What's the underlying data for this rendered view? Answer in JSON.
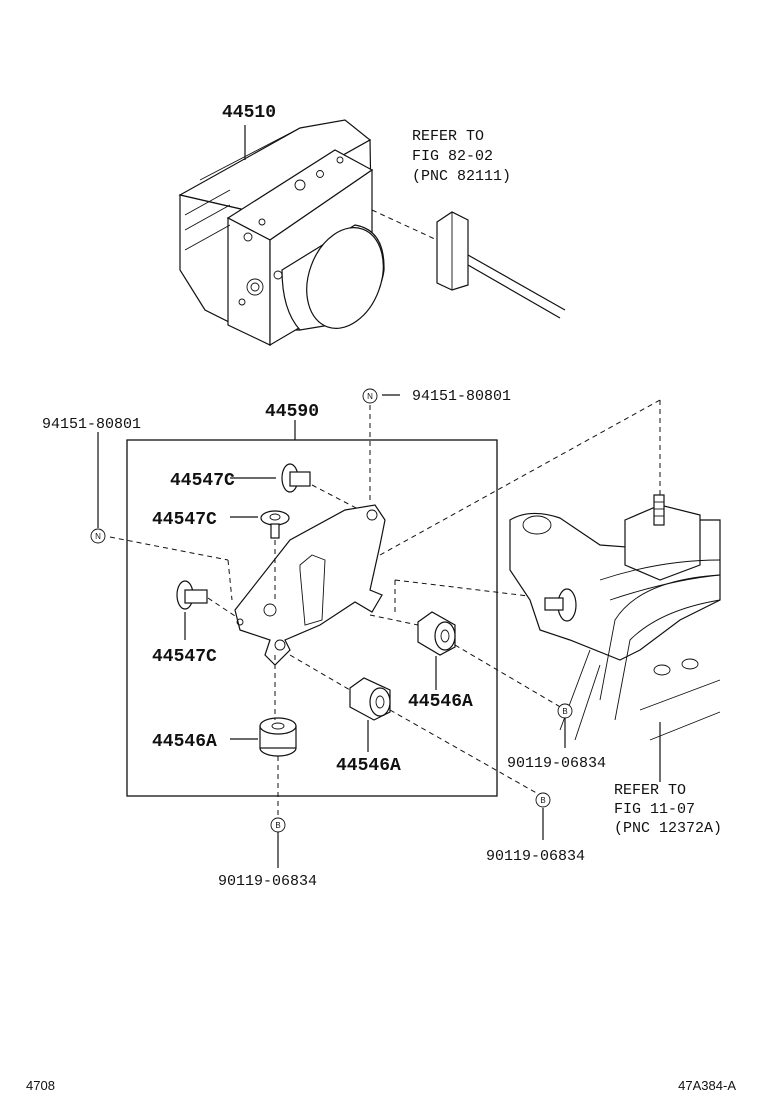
{
  "labels": {
    "actuator_pnc": "44510",
    "refer_top_1": "REFER TO",
    "refer_top_2": "FIG 82-02",
    "refer_top_3": "(PNC 82111)",
    "bracket_pnc": "44590",
    "nut_left": "94151-80801",
    "nut_right": "94151-80801",
    "bolt_1": "44547C",
    "bolt_2": "44547C",
    "bolt_3": "44547C",
    "cushion_1": "44546A",
    "cushion_2": "44546A",
    "cushion_3": "44546A",
    "bolt_b_right": "90119-06834",
    "bolt_b_mid": "90119-06834",
    "bolt_b_bottom": "90119-06834",
    "refer_right_1": "REFER TO",
    "refer_right_2": "FIG 11-07",
    "refer_right_3": "(PNC 12372A)",
    "page_number": "4708",
    "figure_code": "47A384-A"
  },
  "tags": {
    "n": "N",
    "b": "B"
  }
}
